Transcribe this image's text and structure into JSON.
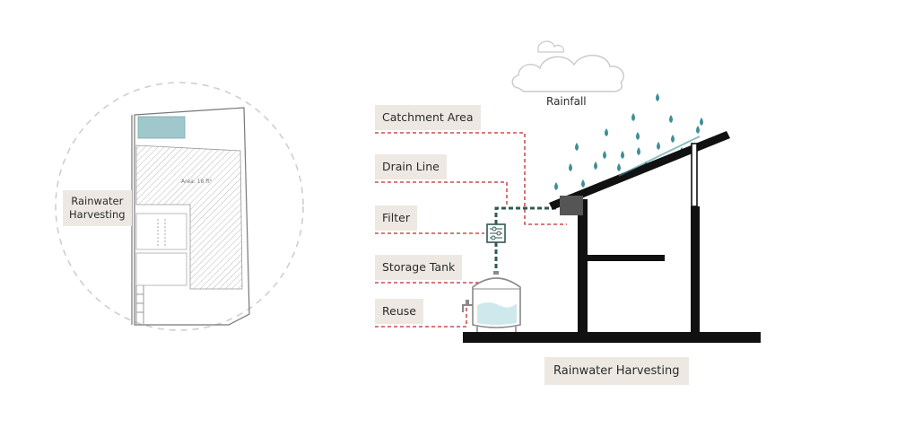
{
  "site_plan": {
    "label": "Rainwater\nHarvesting",
    "area_text": "Area: 18 ft²",
    "highlight_color": "#9fc7cc"
  },
  "diagram": {
    "rainfall_label": "Rainfall",
    "title": "Rainwater Harvesting",
    "labels": {
      "catchment": "Catchment Area",
      "drain": "Drain Line",
      "filter": "Filter",
      "storage": "Storage Tank",
      "reuse": "Reuse"
    },
    "colors": {
      "leader_line": "#c0292b",
      "pipe": "#2f5a55",
      "rain_drop": "#3e8f96",
      "water": "#cfe8ec",
      "structure": "#111111",
      "label_bg": "#ede9e2"
    },
    "icons": [
      "cloud-icon",
      "rain-drop-icon",
      "filter-icon",
      "water-tank-icon",
      "faucet-icon"
    ]
  }
}
